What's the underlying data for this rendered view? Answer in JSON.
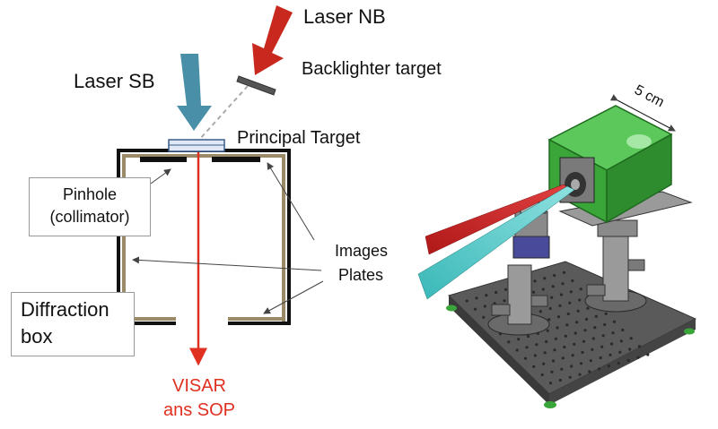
{
  "labels": {
    "laser_nb": "Laser NB",
    "laser_sb": "Laser SB",
    "backlighter": "Backlighter target",
    "principal_target": "Principal  Target",
    "pinhole_line1": "Pinhole",
    "pinhole_line2": "(collimator)",
    "images_line1": "Images",
    "images_line2": "Plates",
    "diffraction_line1": "Diffraction",
    "diffraction_line2": "box",
    "visar_line1": "VISAR",
    "visar_line2": "ans SOP",
    "scale": "5 cm"
  },
  "colors": {
    "laser_nb": "#c8281e",
    "laser_sb": "#4a8fa8",
    "box_wall": "#9a8a68",
    "visar": "#e03020",
    "housing": "#3aa63a",
    "table": "#4a4a4a",
    "stage_blue": "#4a4a9a"
  }
}
